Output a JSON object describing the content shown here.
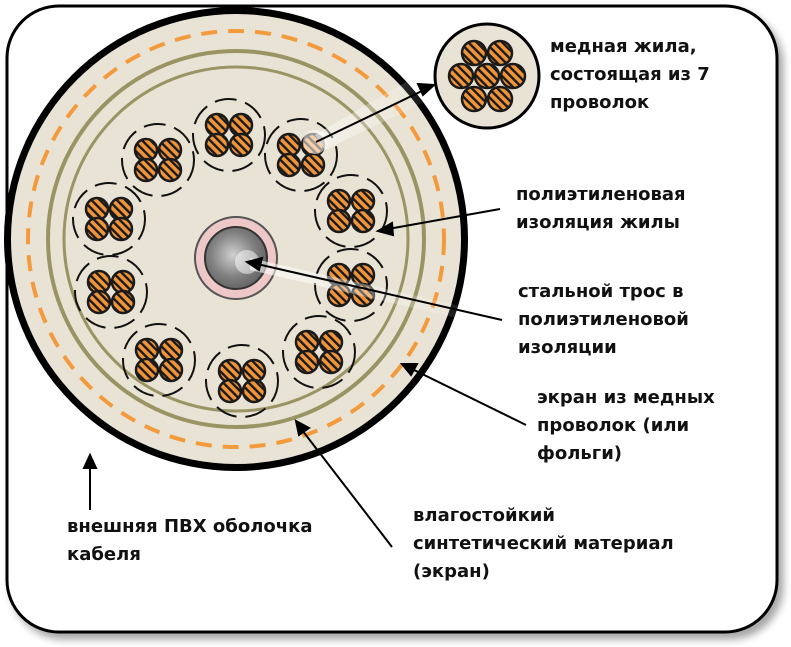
{
  "diagram": {
    "core_count": 10,
    "wires_per_core": 4,
    "labels": {
      "copper_core": "медная жила,\nсостоящая из 7\nпроволок",
      "pe_insulation": "полиэтиленовая\nизоляция жилы",
      "steel_rope": "стальной трос в\nполиэтиленовой\nизоляции",
      "copper_screen": "экран из медных\nпроволок (или\nфольги)",
      "water_resistant": "влагостойкий\nсинтетический материал\n(экран)",
      "pvc_sheath": "внешняя ПВХ оболочка\nкабеля"
    },
    "colors": {
      "frame_stroke": "#000000",
      "sheath": "#000000",
      "filler": "#e8e3d4",
      "screen_dash": "#f39a3c",
      "ring_line": "#9a9464",
      "wire_orange": "#f0943a",
      "wire_stroke": "#1a1a1a",
      "rope_insulation": "#eec8c8",
      "rope_steel": "#7a7a7a",
      "highlight": "#ffffff"
    }
  }
}
